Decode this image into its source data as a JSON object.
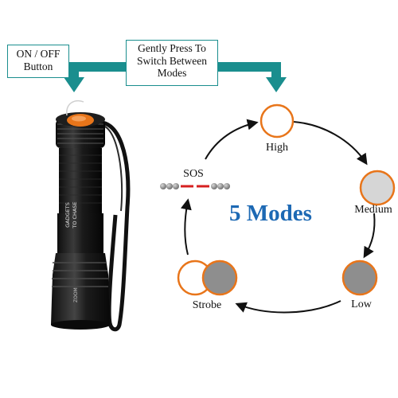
{
  "callouts": {
    "power_button": "ON / OFF\nButton",
    "mode_switch": "Gently Press To\nSwitch Between\nModes"
  },
  "flashlight": {
    "engraving_line1": "GADGETS",
    "engraving_line2": "TO CHASE"
  },
  "modes": {
    "title": "5 Modes",
    "items": [
      {
        "label": "High"
      },
      {
        "label": "Medium"
      },
      {
        "label": "Low"
      },
      {
        "label": "Strobe"
      },
      {
        "label": "SOS"
      }
    ]
  },
  "colors": {
    "teal_arrow": "#1a8e8e",
    "orange_ring": "#e8751a",
    "title_blue": "#1d69b4",
    "sos_red": "#d62020"
  }
}
